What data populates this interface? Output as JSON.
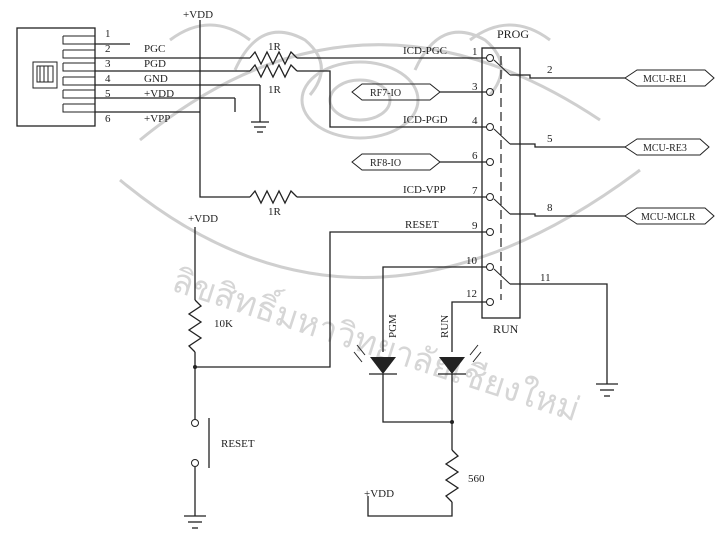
{
  "connector": {
    "pin_numbers": [
      "1",
      "2",
      "3",
      "4",
      "5",
      "6"
    ],
    "pin_labels": [
      "",
      "PGC",
      "PGD",
      "GND",
      "+VDD",
      "+VPP"
    ]
  },
  "power": {
    "vdd_top": "+VDD",
    "vdd_reset": "+VDD",
    "vdd_bottom": "+VDD"
  },
  "resistors": {
    "r_pgc": "1R",
    "r_pgd": "1R",
    "r_vpp": "1R",
    "r_reset": "10K",
    "r_led": "560"
  },
  "switch": {
    "title_top": "PROG",
    "title_bottom": "RUN",
    "left_pins": [
      {
        "num": "1",
        "label": "ICD-PGC"
      },
      {
        "num": "3",
        "label": "RF7-IO"
      },
      {
        "num": "4",
        "label": "ICD-PGD"
      },
      {
        "num": "6",
        "label": "RF8-IO"
      },
      {
        "num": "7",
        "label": "ICD-VPP"
      },
      {
        "num": "9",
        "label": "RESET"
      },
      {
        "num": "10",
        "label": ""
      },
      {
        "num": "12",
        "label": ""
      }
    ],
    "right_pins": [
      "2",
      "5",
      "8",
      "11"
    ]
  },
  "outputs": [
    "MCU-RE1",
    "MCU-RE3",
    "MCU-MCLR"
  ],
  "leds": {
    "prog": "PGM",
    "run": "RUN"
  },
  "reset_button": "RESET",
  "watermark": "ลิขสิทธิ์มหาวิทยาลัยเชียงใหม่"
}
